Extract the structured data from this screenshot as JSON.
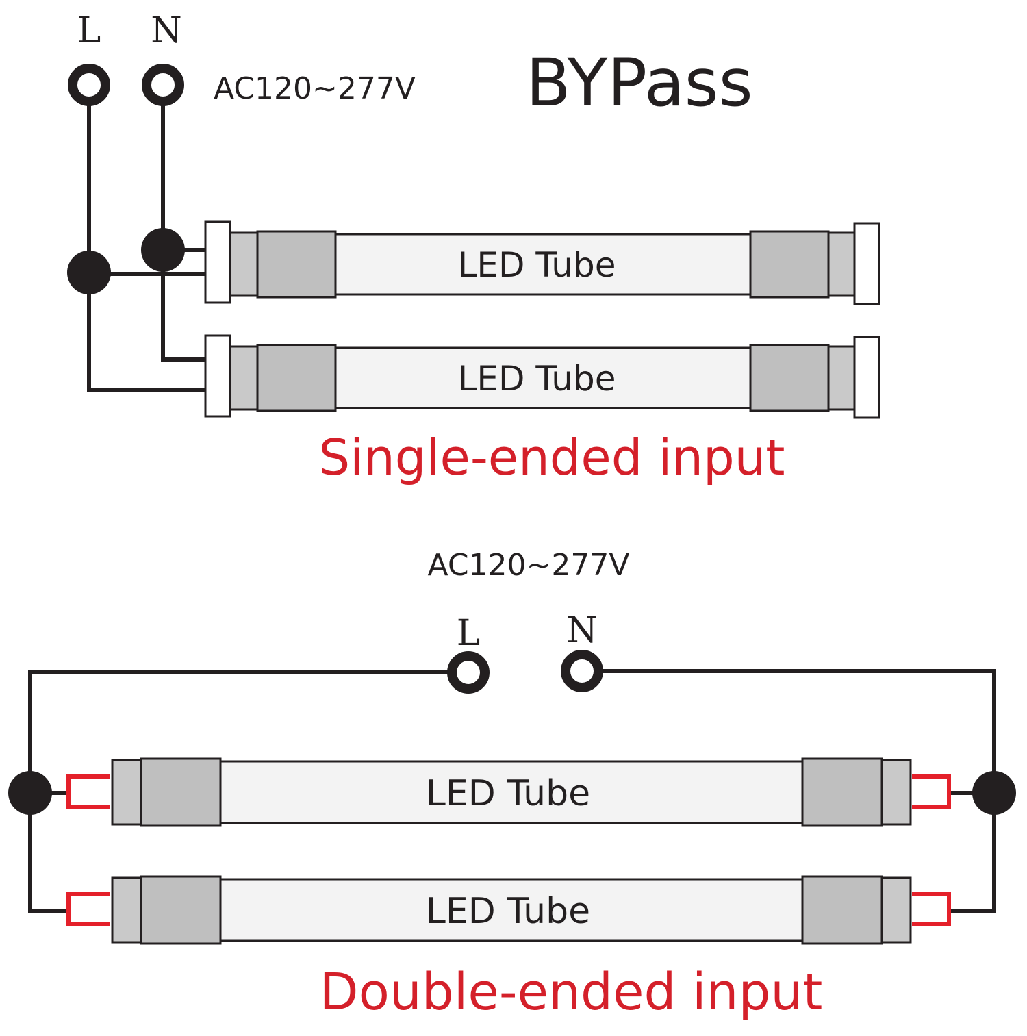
{
  "title": "BYPass",
  "colors": {
    "wire": "#231f20",
    "caption": "#d4202a",
    "pin": "#e4202a",
    "tube": "#f3f3f3",
    "cap": "#bfbfbf"
  },
  "single_ended": {
    "terminal_live_label": "L",
    "terminal_neutral_label": "N",
    "voltage_label": "AC120~277V",
    "tubes": [
      {
        "label": "LED Tube"
      },
      {
        "label": "LED Tube"
      }
    ],
    "caption": "Single-ended input"
  },
  "double_ended": {
    "voltage_label": "AC120~277V",
    "terminal_live_label": "L",
    "terminal_neutral_label": "N",
    "tubes": [
      {
        "label": "LED Tube"
      },
      {
        "label": "LED Tube"
      }
    ],
    "caption": "Double-ended input"
  }
}
